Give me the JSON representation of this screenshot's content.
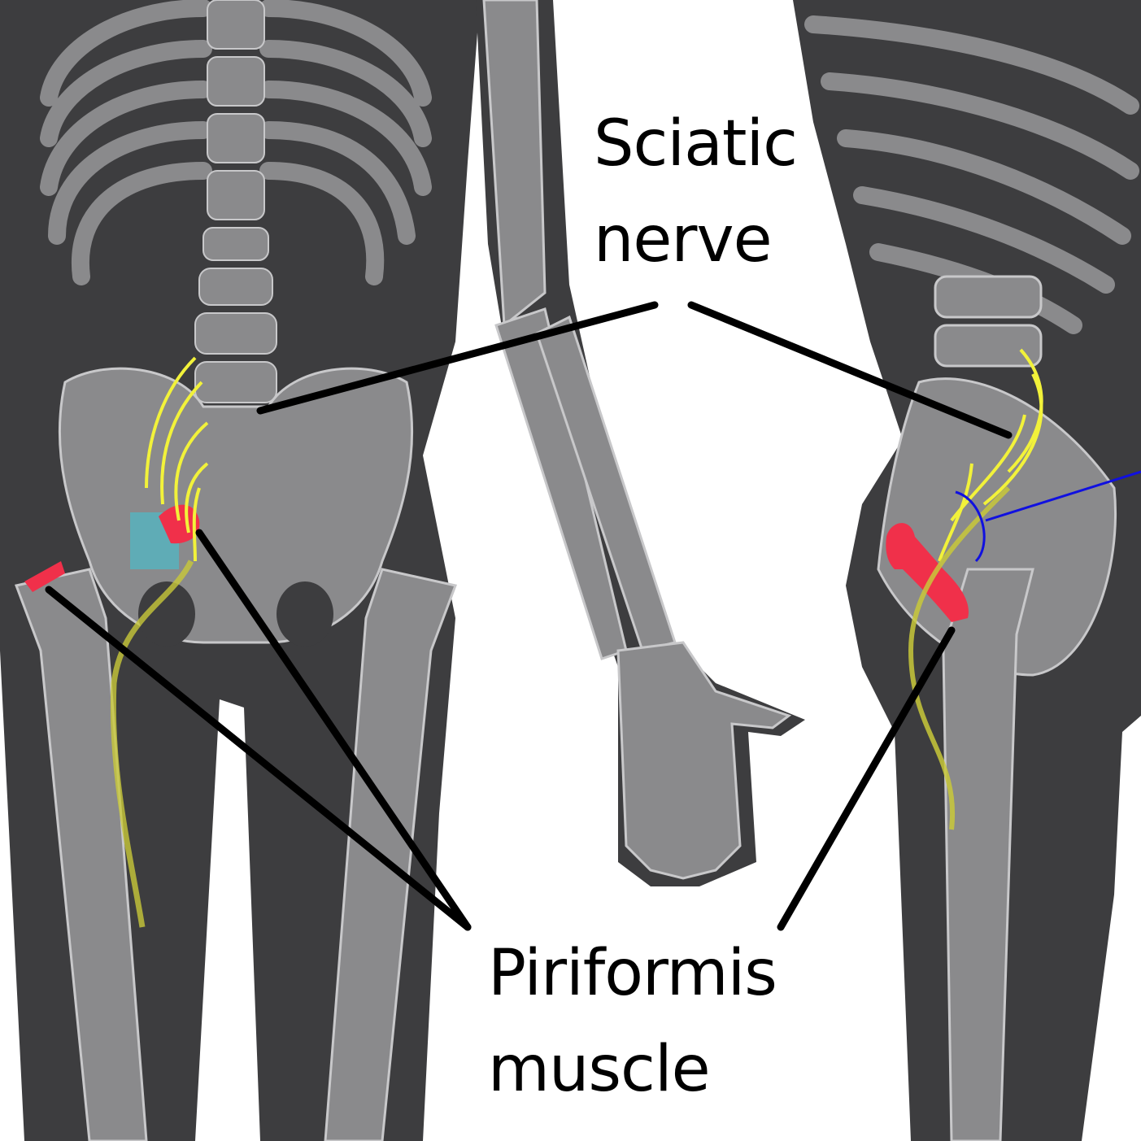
{
  "labels": {
    "sciatic_nerve": [
      "Sciatic",
      "nerve"
    ],
    "piriformis_muscle": [
      "Piriformis",
      "muscle"
    ]
  },
  "colors": {
    "body": "#3d3d3f",
    "bone": "#8a8a8c",
    "bone_outline": "#c8c8ca",
    "nerve": "#f2f23a",
    "muscle": "#f0304a",
    "leader": "#000000",
    "angle_marker": "#1010e0",
    "highlight": "#3cc8d8"
  }
}
